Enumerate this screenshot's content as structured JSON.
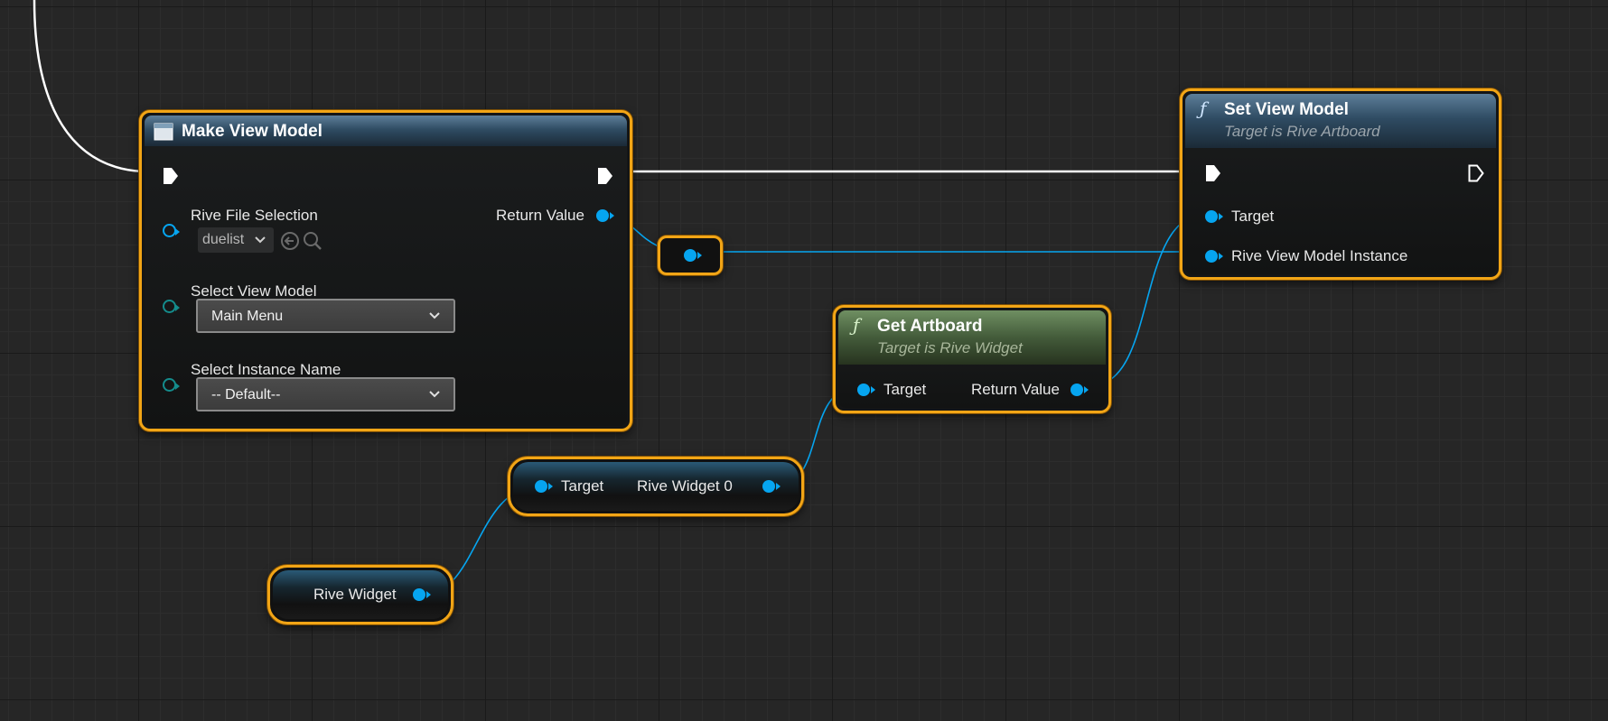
{
  "make_view_model": {
    "title": "Make View Model",
    "return_value_label": "Return Value",
    "rive_file_label": "Rive File Selection",
    "rive_file_value": "duelist",
    "select_view_model_label": "Select View Model",
    "select_view_model_value": "Main Menu",
    "select_instance_label": "Select Instance Name",
    "select_instance_value": "-- Default--"
  },
  "set_view_model": {
    "title": "Set View Model",
    "subtitle": "Target is Rive Artboard",
    "target_label": "Target",
    "instance_label": "Rive View Model Instance"
  },
  "get_artboard": {
    "title": "Get Artboard",
    "subtitle": "Target is Rive Widget",
    "target_label": "Target",
    "return_value_label": "Return Value"
  },
  "rive_widget_0_node": {
    "target_label": "Target",
    "output_label": "Rive Widget 0"
  },
  "rive_widget_node": {
    "output_label": "Rive Widget"
  },
  "colors": {
    "node_outline": "#f2a516",
    "object_pin": "#06a5f0",
    "exec_wire": "#ffffff",
    "graph_background": "#262626"
  },
  "icons": [
    "function-icon",
    "struct-icon",
    "exec-pin-icon",
    "chevron-down-icon",
    "back-arrow-icon",
    "search-icon"
  ]
}
